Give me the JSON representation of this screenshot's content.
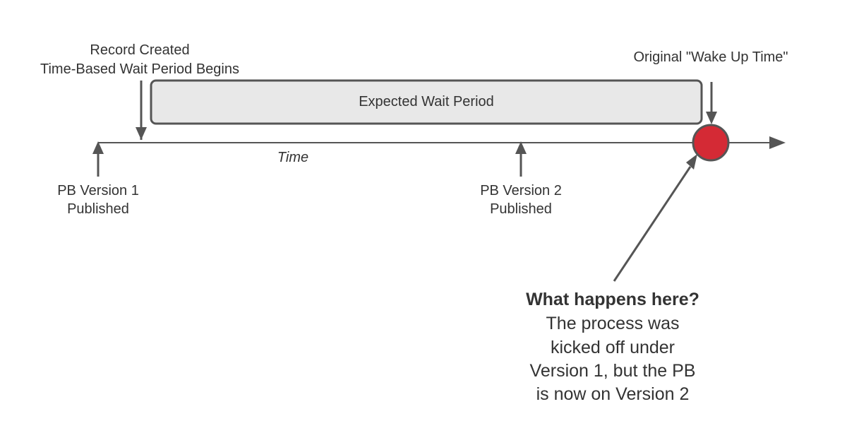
{
  "record_created": {
    "line1": "Record Created",
    "line2": "Time-Based Wait Period Begins"
  },
  "expected_wait": {
    "label": "Expected Wait Period"
  },
  "wake_up": {
    "label": "Original \"Wake Up Time\""
  },
  "timeline": {
    "label": "Time"
  },
  "pb_v1": {
    "line1": "PB Version 1",
    "line2": "Published"
  },
  "pb_v2": {
    "line1": "PB Version 2",
    "line2": "Published"
  },
  "question": {
    "title": "What happens here?",
    "lines": [
      "The process was",
      "kicked off under",
      "Version 1, but the PB",
      "is now on Version 2"
    ]
  },
  "colors": {
    "line": "#555555",
    "box_fill": "#e8e8e8",
    "box_stroke": "#555555",
    "event_fill": "#d42a35",
    "text": "#333333"
  }
}
